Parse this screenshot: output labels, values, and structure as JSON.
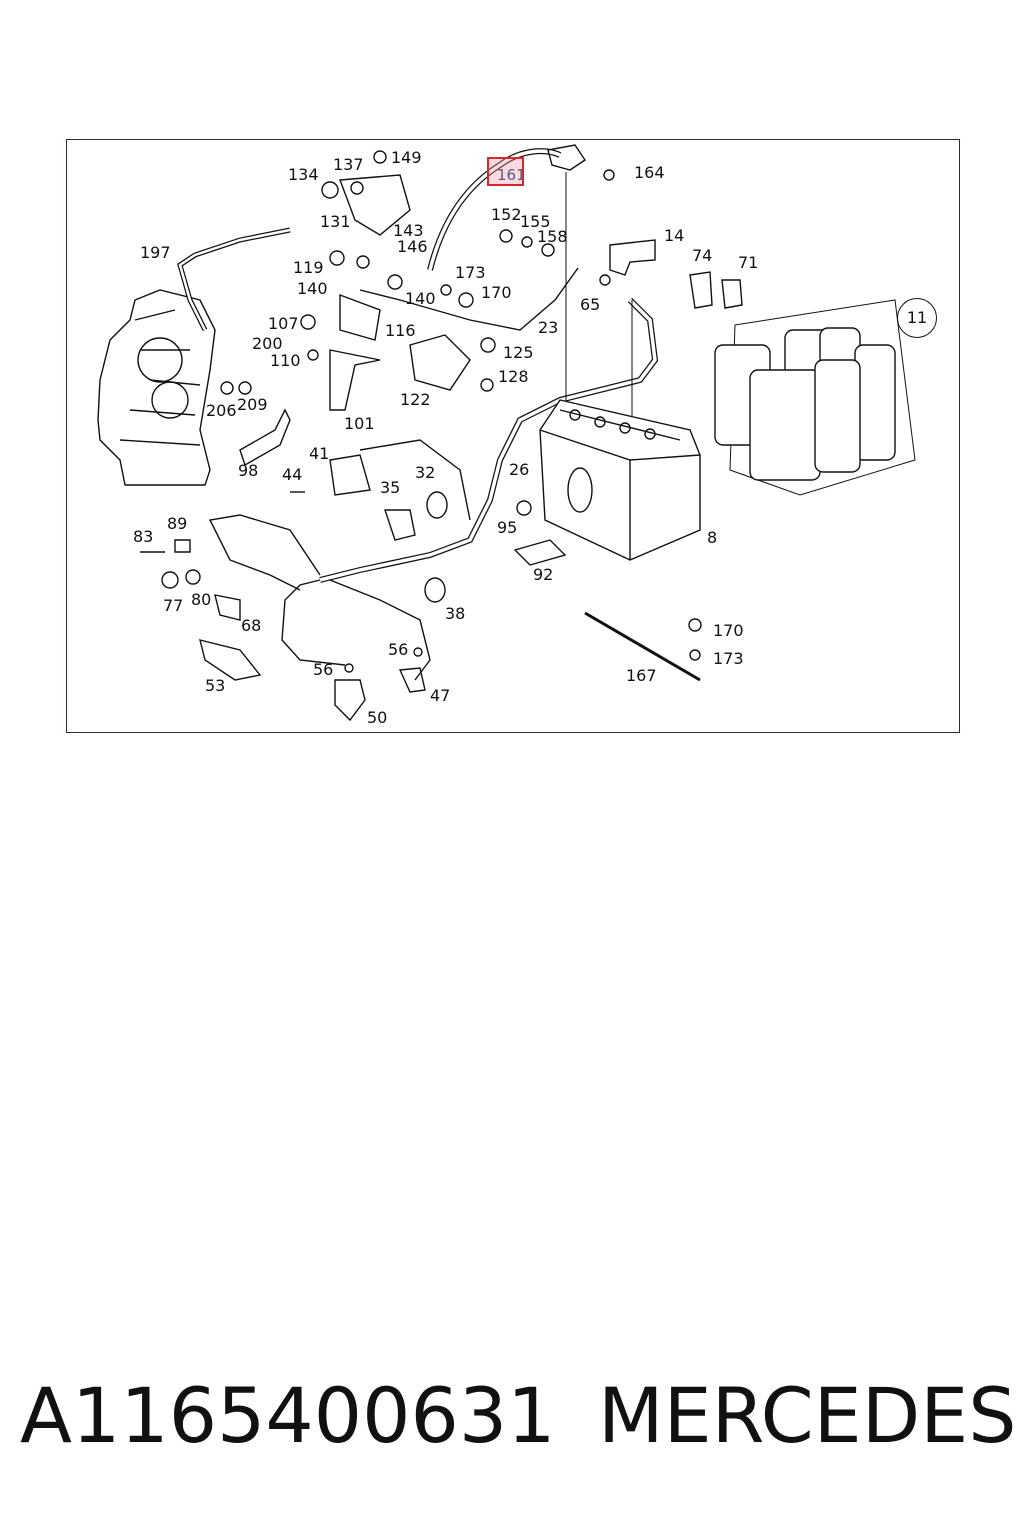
{
  "diagram": {
    "highlighted_callout": "161",
    "circled_callout": "11",
    "callouts": [
      "134",
      "137",
      "149",
      "164",
      "131",
      "143",
      "146",
      "152",
      "155",
      "158",
      "14",
      "197",
      "119",
      "140",
      "173",
      "170",
      "74",
      "71",
      "140",
      "107",
      "116",
      "200",
      "23",
      "65",
      "110",
      "125",
      "128",
      "122",
      "206",
      "209",
      "101",
      "98",
      "41",
      "44",
      "32",
      "35",
      "26",
      "89",
      "83",
      "95",
      "8",
      "92",
      "77",
      "80",
      "38",
      "68",
      "170",
      "173",
      "56",
      "56",
      "53",
      "47",
      "167",
      "50"
    ]
  },
  "footer": {
    "part_number": "A1165400631",
    "brand": "MERCEDES"
  }
}
